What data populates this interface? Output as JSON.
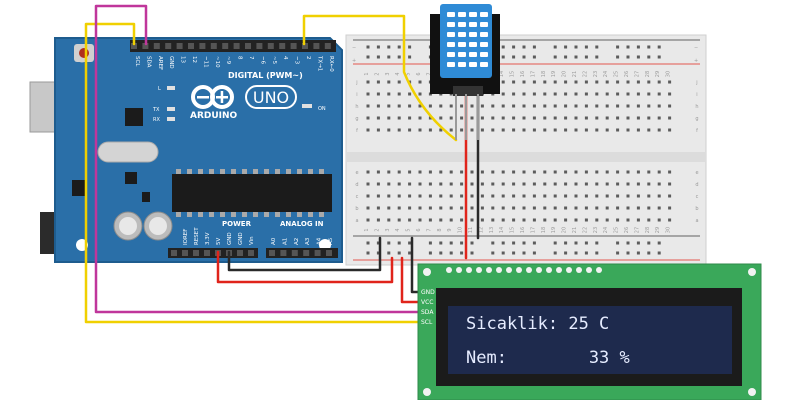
{
  "arduino": {
    "brand": "ARDUINO",
    "model": "UNO",
    "digital_label": "DIGITAL (PWM~)",
    "power_label": "POWER",
    "analog_label": "ANALOG IN",
    "on_label": "ON",
    "l_label": "L",
    "tx_label": "TX",
    "rx_label": "RX",
    "top_pins": [
      "SCL",
      "SDA",
      "AREF",
      "GND",
      "13",
      "12",
      "~11",
      "~10",
      "~9",
      "8",
      "7",
      "~6",
      "~5",
      "4",
      "~3",
      "2",
      "TX→1",
      "RX←0"
    ],
    "power_pins": [
      "IOREF",
      "RESET",
      "3.3V",
      "5V",
      "GND",
      "GND",
      "Vin"
    ],
    "analog_pins": [
      "A0",
      "A1",
      "A2",
      "A3",
      "A4",
      "A5"
    ]
  },
  "breadboard": {
    "row_letters_top": [
      "j",
      "i",
      "h",
      "g",
      "f"
    ],
    "row_letters_bottom": [
      "e",
      "d",
      "c",
      "b",
      "a"
    ],
    "columns": [
      "1",
      "2",
      "3",
      "4",
      "5",
      "6",
      "7",
      "8",
      "9",
      "10",
      "11",
      "12",
      "13",
      "14",
      "15",
      "16",
      "17",
      "18",
      "19",
      "20",
      "21",
      "22",
      "23",
      "24",
      "25",
      "26",
      "27",
      "28",
      "29",
      "30"
    ],
    "rail_minus": "−",
    "rail_plus": "+"
  },
  "lcd": {
    "pin_labels": [
      "GND",
      "VCC",
      "SDA",
      "SCL"
    ],
    "line1": "Sicaklik: 25 C",
    "line2": "Nem:        33 %"
  },
  "colors": {
    "board_blue": "#2a6fa8",
    "board_dark": "#1e5c8e",
    "breadboard": "#e9e9e9",
    "lcd_pcb": "#3aa85a",
    "lcd_screen": "#1e2a4d",
    "lcd_text": "#e6ecff",
    "sensor_blue": "#2f8bd6",
    "wire_yellow": "#f0d000",
    "wire_magenta": "#c0369b",
    "wire_red": "#e0241b",
    "wire_black": "#2a2a2a"
  }
}
